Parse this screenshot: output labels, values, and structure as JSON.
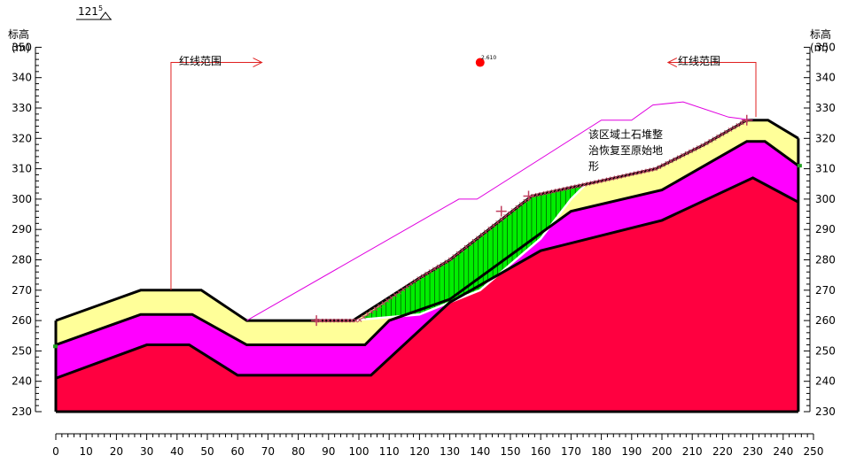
{
  "header": {
    "section_label": "121",
    "section_suffix": "5"
  },
  "axes": {
    "left_title": "标高",
    "left_unit": "(m)",
    "right_title": "标高",
    "right_unit": "(m)",
    "y_ticks": [
      230,
      240,
      250,
      260,
      270,
      280,
      290,
      300,
      310,
      320,
      330,
      340,
      350
    ],
    "x_ticks": [
      0,
      10,
      20,
      30,
      40,
      50,
      60,
      70,
      80,
      90,
      100,
      110,
      120,
      130,
      140,
      150,
      160,
      170,
      180,
      190,
      200,
      210,
      220,
      230,
      240,
      250
    ]
  },
  "annotations": {
    "redline_left": "红线范围",
    "redline_right": "红线范围",
    "remediation_line1": "该区域土石堆整",
    "remediation_line2": "治恢复至原始地",
    "remediation_line3": "形",
    "slip_center_value": "2.610"
  },
  "colors": {
    "yellow": "#ffff99",
    "magenta": "#ff00ff",
    "crimson": "#ff0040",
    "green": "#00ee00",
    "redline": "#e02020",
    "original_ground": "#e000e0",
    "markers": "#c04060"
  },
  "profile": {
    "ground": [
      [
        0,
        260
      ],
      [
        28,
        270
      ],
      [
        48,
        270
      ],
      [
        63,
        260
      ],
      [
        98,
        260
      ],
      [
        120,
        274
      ],
      [
        130,
        280
      ],
      [
        157,
        301
      ],
      [
        180,
        306
      ],
      [
        198,
        310
      ],
      [
        214,
        318
      ],
      [
        228,
        326
      ],
      [
        235,
        326
      ],
      [
        245,
        320
      ]
    ],
    "yellow_base": [
      [
        0,
        252
      ],
      [
        28,
        262
      ],
      [
        45,
        262
      ],
      [
        63,
        252
      ],
      [
        102,
        252
      ],
      [
        110,
        260
      ],
      [
        130,
        267
      ],
      [
        170,
        296
      ],
      [
        200,
        303
      ],
      [
        228,
        319
      ],
      [
        234,
        319
      ],
      [
        245,
        311
      ]
    ],
    "magenta_base": [
      [
        0,
        241
      ],
      [
        30,
        252
      ],
      [
        44,
        252
      ],
      [
        60,
        242
      ],
      [
        104,
        242
      ],
      [
        130,
        266
      ],
      [
        160,
        283
      ],
      [
        200,
        293
      ],
      [
        230,
        307
      ],
      [
        245,
        299
      ]
    ],
    "bottom": 230,
    "x_min": 0,
    "x_max": 245,
    "original_ground": [
      [
        63,
        260
      ],
      [
        133,
        300
      ],
      [
        139,
        300
      ],
      [
        180,
        326
      ],
      [
        190,
        326
      ],
      [
        197,
        331
      ],
      [
        207,
        332
      ],
      [
        222,
        327
      ],
      [
        230,
        326
      ]
    ],
    "slip_surface": [
      [
        97,
        260
      ],
      [
        120,
        262
      ],
      [
        140,
        270
      ],
      [
        160,
        287
      ],
      [
        170,
        300
      ],
      [
        175,
        305
      ]
    ],
    "fill_top": [
      [
        97,
        260
      ],
      [
        100,
        260
      ],
      [
        120,
        274
      ],
      [
        130,
        280
      ],
      [
        157,
        301
      ],
      [
        175,
        305
      ]
    ],
    "redline_left": {
      "x": 38,
      "top": 345,
      "bottom": 270,
      "arrow_end": 68
    },
    "redline_right": {
      "x": 231,
      "top": 345,
      "bottom": 327,
      "arrow_end": 202
    },
    "slip_center": [
      140,
      345
    ]
  }
}
